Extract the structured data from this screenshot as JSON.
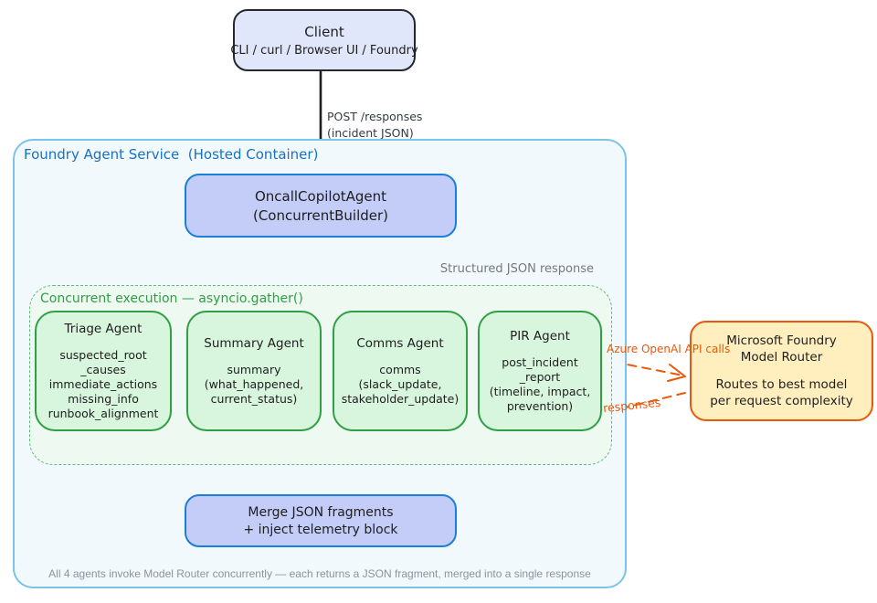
{
  "client": {
    "title": "Client",
    "subtitle": "CLI / curl / Browser UI / Foundry"
  },
  "request_arrow": {
    "label_line1": "POST /responses",
    "label_line2": "(incident JSON)"
  },
  "service": {
    "title": "Foundry Agent Service  (Hosted Container)",
    "orchestrator": {
      "line1": "OncallCopilotAgent",
      "line2": "(ConcurrentBuilder)"
    },
    "structured_response_label": "Structured JSON response",
    "concurrent_group": {
      "label": "Concurrent execution — asyncio.gather()",
      "agents": [
        {
          "name": "Triage Agent",
          "fields": [
            "suspected_root",
            "_causes",
            "immediate_actions",
            "missing_info",
            "runbook_alignment"
          ]
        },
        {
          "name": "Summary Agent",
          "fields": [
            "summary",
            "(what_happened,",
            "current_status)"
          ]
        },
        {
          "name": "Comms Agent",
          "fields": [
            "comms",
            "(slack_update,",
            "stakeholder_update)"
          ]
        },
        {
          "name": "PIR Agent",
          "fields": [
            "post_incident",
            "_report",
            "(timeline, impact,",
            "prevention)"
          ]
        }
      ]
    },
    "merge": {
      "line1": "Merge JSON fragments",
      "line2": "+ inject telemetry block"
    },
    "footer": "All 4 agents invoke Model Router concurrently — each returns a JSON fragment, merged into a single response"
  },
  "model_router": {
    "title_line1": "Microsoft Foundry",
    "title_line2": "Model Router",
    "desc_line1": "Routes to best model",
    "desc_line2": "per request complexity"
  },
  "router_arrows": {
    "calls_label": "Azure OpenAI API calls",
    "responses_label": "responses"
  },
  "colors": {
    "client_fill": "#e0e7fa",
    "client_border": "#25272f",
    "service_fill": "#f1f9fd",
    "service_border": "#7cc3e8",
    "service_title_blue": "#1971c2",
    "blue_box_fill": "#c3cdf7",
    "blue_box_border": "#1c7ed6",
    "green_fill": "#d8f6dd",
    "green_border": "#2f9e44",
    "dashed_green": "#66b97c",
    "router_fill": "#ffeebe",
    "router_orange": "#e8590c",
    "gray_label": "#75797e",
    "footer_gray": "#8d939a",
    "arrow_black": "#1e1e1e"
  }
}
